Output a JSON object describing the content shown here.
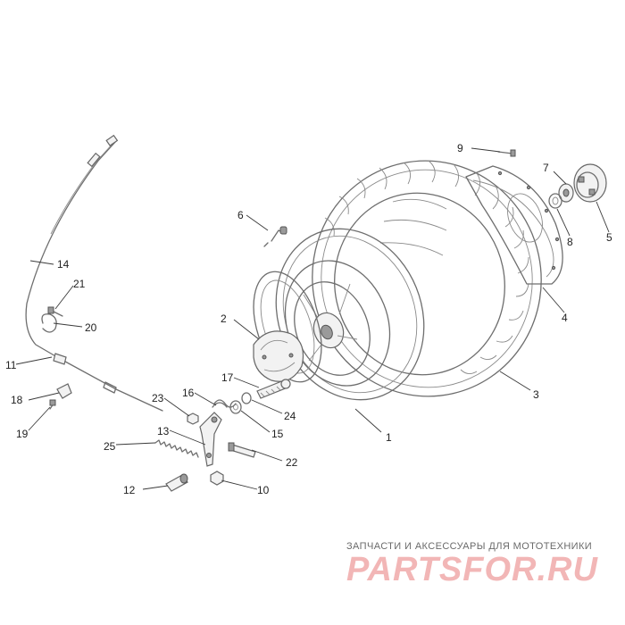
{
  "callouts": [
    {
      "id": "c1",
      "label": "1"
    },
    {
      "id": "c2",
      "label": "2"
    },
    {
      "id": "c3",
      "label": "3"
    },
    {
      "id": "c4",
      "label": "4"
    },
    {
      "id": "c5",
      "label": "5"
    },
    {
      "id": "c6",
      "label": "6"
    },
    {
      "id": "c7",
      "label": "7"
    },
    {
      "id": "c8",
      "label": "8"
    },
    {
      "id": "c9",
      "label": "9"
    },
    {
      "id": "c10",
      "label": "10"
    },
    {
      "id": "c11",
      "label": "11"
    },
    {
      "id": "c12",
      "label": "12"
    },
    {
      "id": "c13",
      "label": "13"
    },
    {
      "id": "c14",
      "label": "14"
    },
    {
      "id": "c15",
      "label": "15"
    },
    {
      "id": "c16",
      "label": "16"
    },
    {
      "id": "c17",
      "label": "17"
    },
    {
      "id": "c18",
      "label": "18"
    },
    {
      "id": "c19",
      "label": "19"
    },
    {
      "id": "c20",
      "label": "20"
    },
    {
      "id": "c21",
      "label": "21"
    },
    {
      "id": "c22",
      "label": "22"
    },
    {
      "id": "c23",
      "label": "23"
    },
    {
      "id": "c24",
      "label": "24"
    },
    {
      "id": "c25",
      "label": "25"
    }
  ],
  "watermark": {
    "subtitle": "ЗАПЧАСТИ И АКСЕССУАРЫ ДЛЯ МОТОТЕХНИКИ",
    "logo": "PARTSFOR.RU",
    "logo_color": "#f2b6b6"
  }
}
